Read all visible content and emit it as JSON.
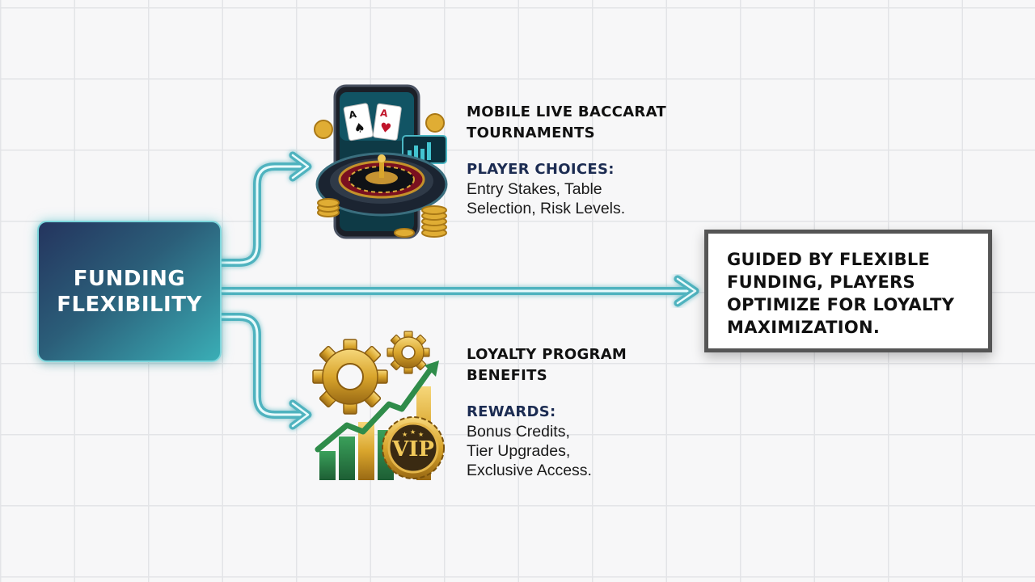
{
  "source": {
    "label": "FUNDING\nFLEXIBILITY"
  },
  "branches": [
    {
      "title": "MOBILE LIVE BACCARAT\nTOURNAMENTS",
      "detail_heading": "PLAYER CHOICES:",
      "detail_text": "Entry Stakes, Table\nSelection, Risk Levels.",
      "icon": "mobile-casino-roulette-icon"
    },
    {
      "title": "LOYALTY PROGRAM\nBENEFITS",
      "detail_heading": "REWARDS:",
      "detail_text": "Bonus Credits,\nTier Upgrades,\nExclusive Access.",
      "icon": "gears-growth-vip-icon",
      "badge_text": "VIP"
    }
  ],
  "result": {
    "text": "GUIDED BY FLEXIBLE\nFUNDING, PLAYERS\nOPTIMIZE FOR LOYALTY\nMAXIMIZATION."
  },
  "colors": {
    "arrow": "#4fb3bf",
    "arrow_glow": "#8fe3ea",
    "source_gradient_start": "#24345e",
    "source_gradient_end": "#3aaeb6",
    "gold": "#d9a52c",
    "result_border": "#555555"
  }
}
